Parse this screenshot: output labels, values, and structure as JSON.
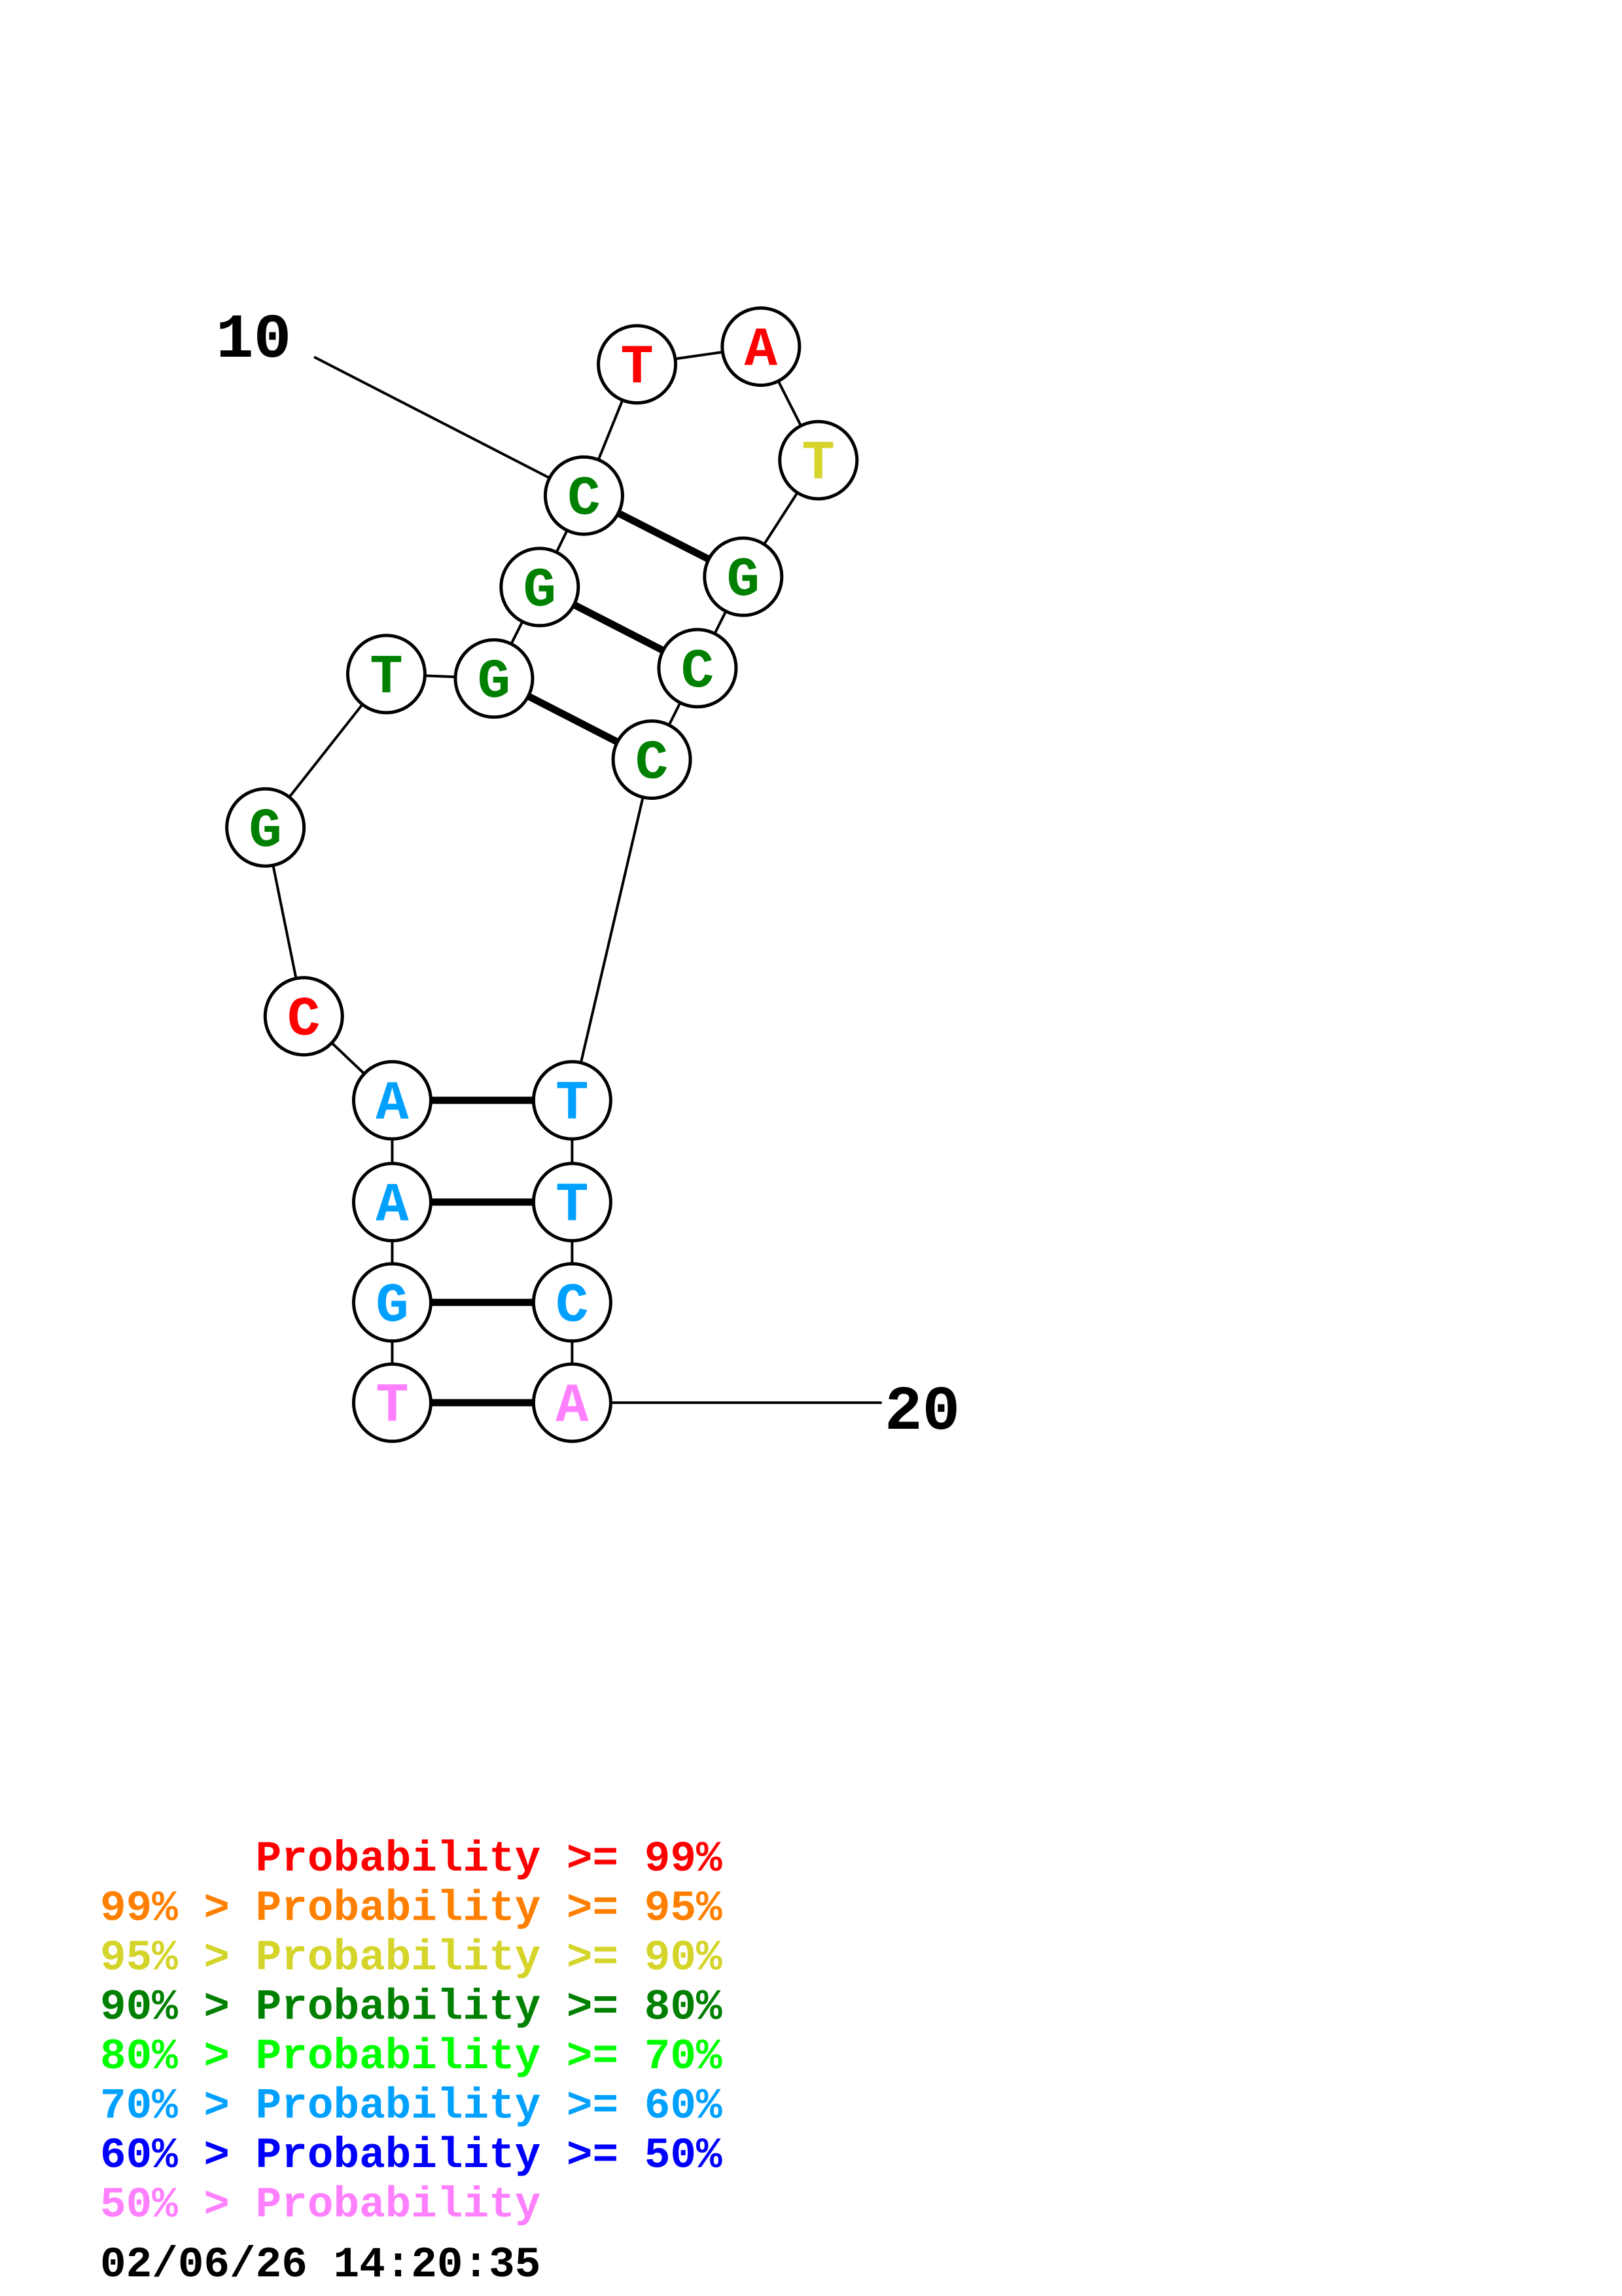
{
  "structure": {
    "start_label": "10",
    "end_label": "20",
    "nucleotides": [
      {
        "index": 1,
        "base": "T",
        "color": "#ff80ff"
      },
      {
        "index": 2,
        "base": "G",
        "color": "#00a0ff"
      },
      {
        "index": 3,
        "base": "A",
        "color": "#00a0ff"
      },
      {
        "index": 4,
        "base": "A",
        "color": "#00a0ff"
      },
      {
        "index": 5,
        "base": "C",
        "color": "#ff0000"
      },
      {
        "index": 6,
        "base": "G",
        "color": "#008000"
      },
      {
        "index": 7,
        "base": "T",
        "color": "#008000"
      },
      {
        "index": 8,
        "base": "G",
        "color": "#008000"
      },
      {
        "index": 9,
        "base": "G",
        "color": "#008000"
      },
      {
        "index": 10,
        "base": "C",
        "color": "#008000"
      },
      {
        "index": 11,
        "base": "T",
        "color": "#ff0000"
      },
      {
        "index": 12,
        "base": "A",
        "color": "#ff0000"
      },
      {
        "index": 13,
        "base": "T",
        "color": "#d4d42a"
      },
      {
        "index": 14,
        "base": "G",
        "color": "#008000"
      },
      {
        "index": 15,
        "base": "C",
        "color": "#008000"
      },
      {
        "index": 16,
        "base": "C",
        "color": "#008000"
      },
      {
        "index": 17,
        "base": "T",
        "color": "#00a0ff"
      },
      {
        "index": 18,
        "base": "T",
        "color": "#00a0ff"
      },
      {
        "index": 19,
        "base": "C",
        "color": "#00a0ff"
      },
      {
        "index": 20,
        "base": "A",
        "color": "#ff80ff"
      }
    ],
    "pairs": [
      [
        1,
        20
      ],
      [
        2,
        19
      ],
      [
        3,
        18
      ],
      [
        4,
        17
      ],
      [
        8,
        16
      ],
      [
        9,
        15
      ],
      [
        10,
        14
      ]
    ]
  },
  "legend": [
    {
      "text": "      Probability >= 99%",
      "color": "#ff0000"
    },
    {
      "text": "99% > Probability >= 95%",
      "color": "#ff8000"
    },
    {
      "text": "95% > Probability >= 90%",
      "color": "#d4d42a"
    },
    {
      "text": "90% > Probability >= 80%",
      "color": "#008000"
    },
    {
      "text": "80% > Probability >= 70%",
      "color": "#00ff00"
    },
    {
      "text": "70% > Probability >= 60%",
      "color": "#00a0ff"
    },
    {
      "text": "60% > Probability >= 50%",
      "color": "#0000ff"
    },
    {
      "text": "50% > Probability",
      "color": "#ff80ff"
    }
  ],
  "timestamp": "02/06/26 14:20:35"
}
